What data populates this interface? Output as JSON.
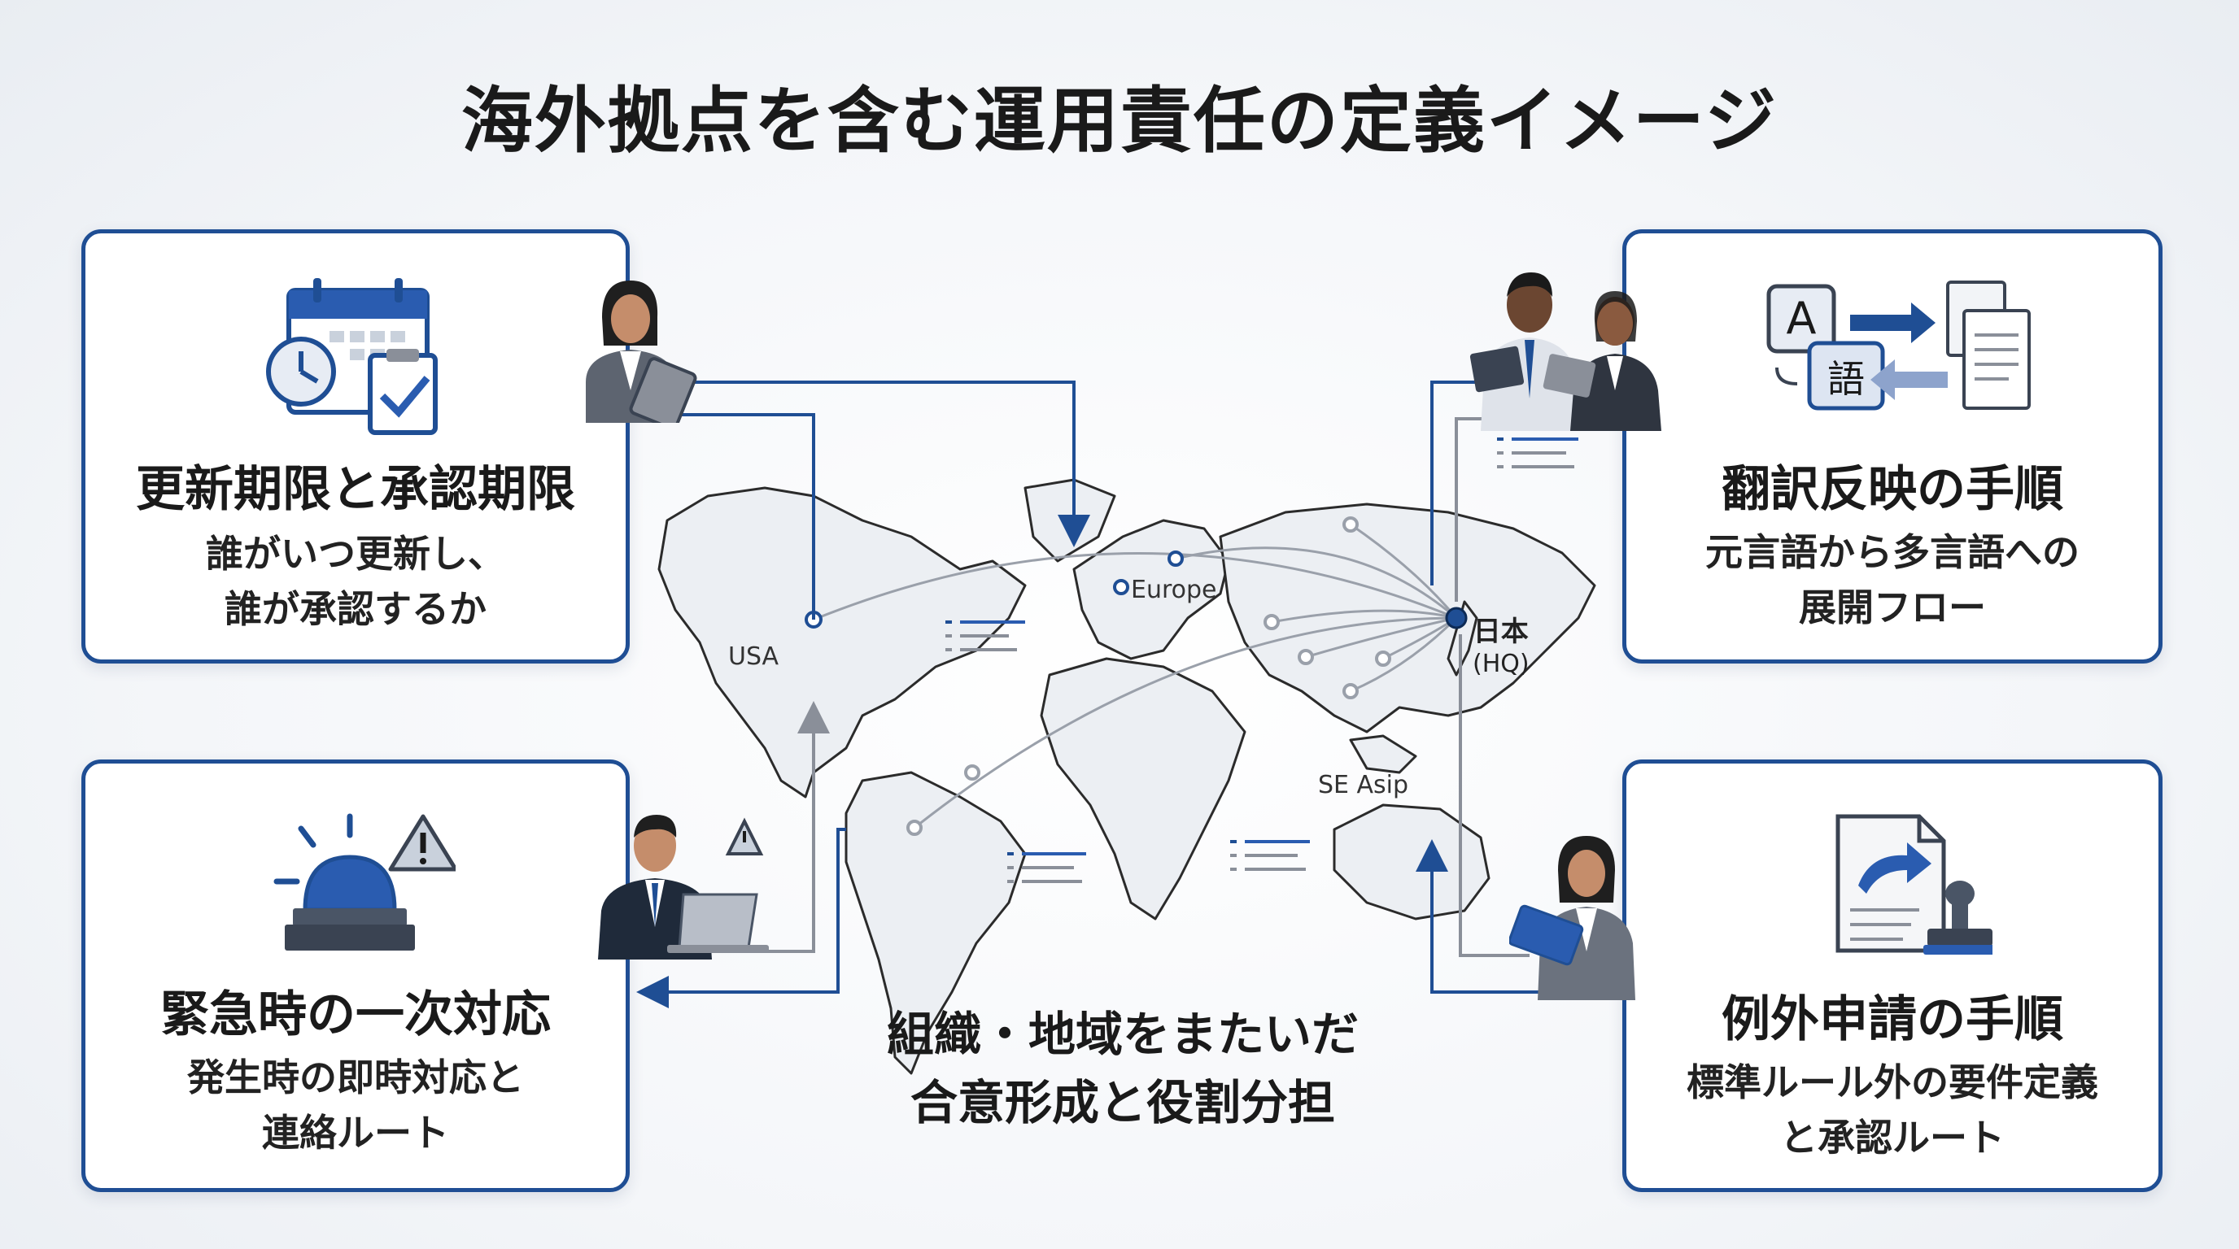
{
  "title": "海外拠点を含む運用責任の定義イメージ",
  "cards": {
    "renewal": {
      "heading": "更新期限と承認期限",
      "desc_line1": "誰がいつ更新し、",
      "desc_line2": "誰が承認するか",
      "icon": "calendar-clock-checklist-icon"
    },
    "emergency": {
      "heading": "緊急時の一次対応",
      "desc_line1": "発生時の即時対応と",
      "desc_line2": "連絡ルート",
      "icon": "siren-warning-icon"
    },
    "translation": {
      "heading": "翻訳反映の手順",
      "desc_line1": "元言語から多言語への",
      "desc_line2": "展開フロー",
      "icon": "translation-documents-icon"
    },
    "exception": {
      "heading": "例外申請の手順",
      "desc_line1": "標準ルール外の要件定義",
      "desc_line2": "と承認ルート",
      "icon": "document-stamp-icon"
    }
  },
  "map": {
    "labels": {
      "usa": "USA",
      "europe": "Europe",
      "se_asia": "SE Asip",
      "hq_line1": "日本",
      "hq_line2": "(HQ)"
    }
  },
  "caption": {
    "line1": "組織・地域をまたいだ",
    "line2": "合意形成と役割分担"
  },
  "colors": {
    "primary": "#1f4e94",
    "accent": "#2a5cb0",
    "gray": "#8a8f99",
    "card_border": "#1f4e94"
  }
}
